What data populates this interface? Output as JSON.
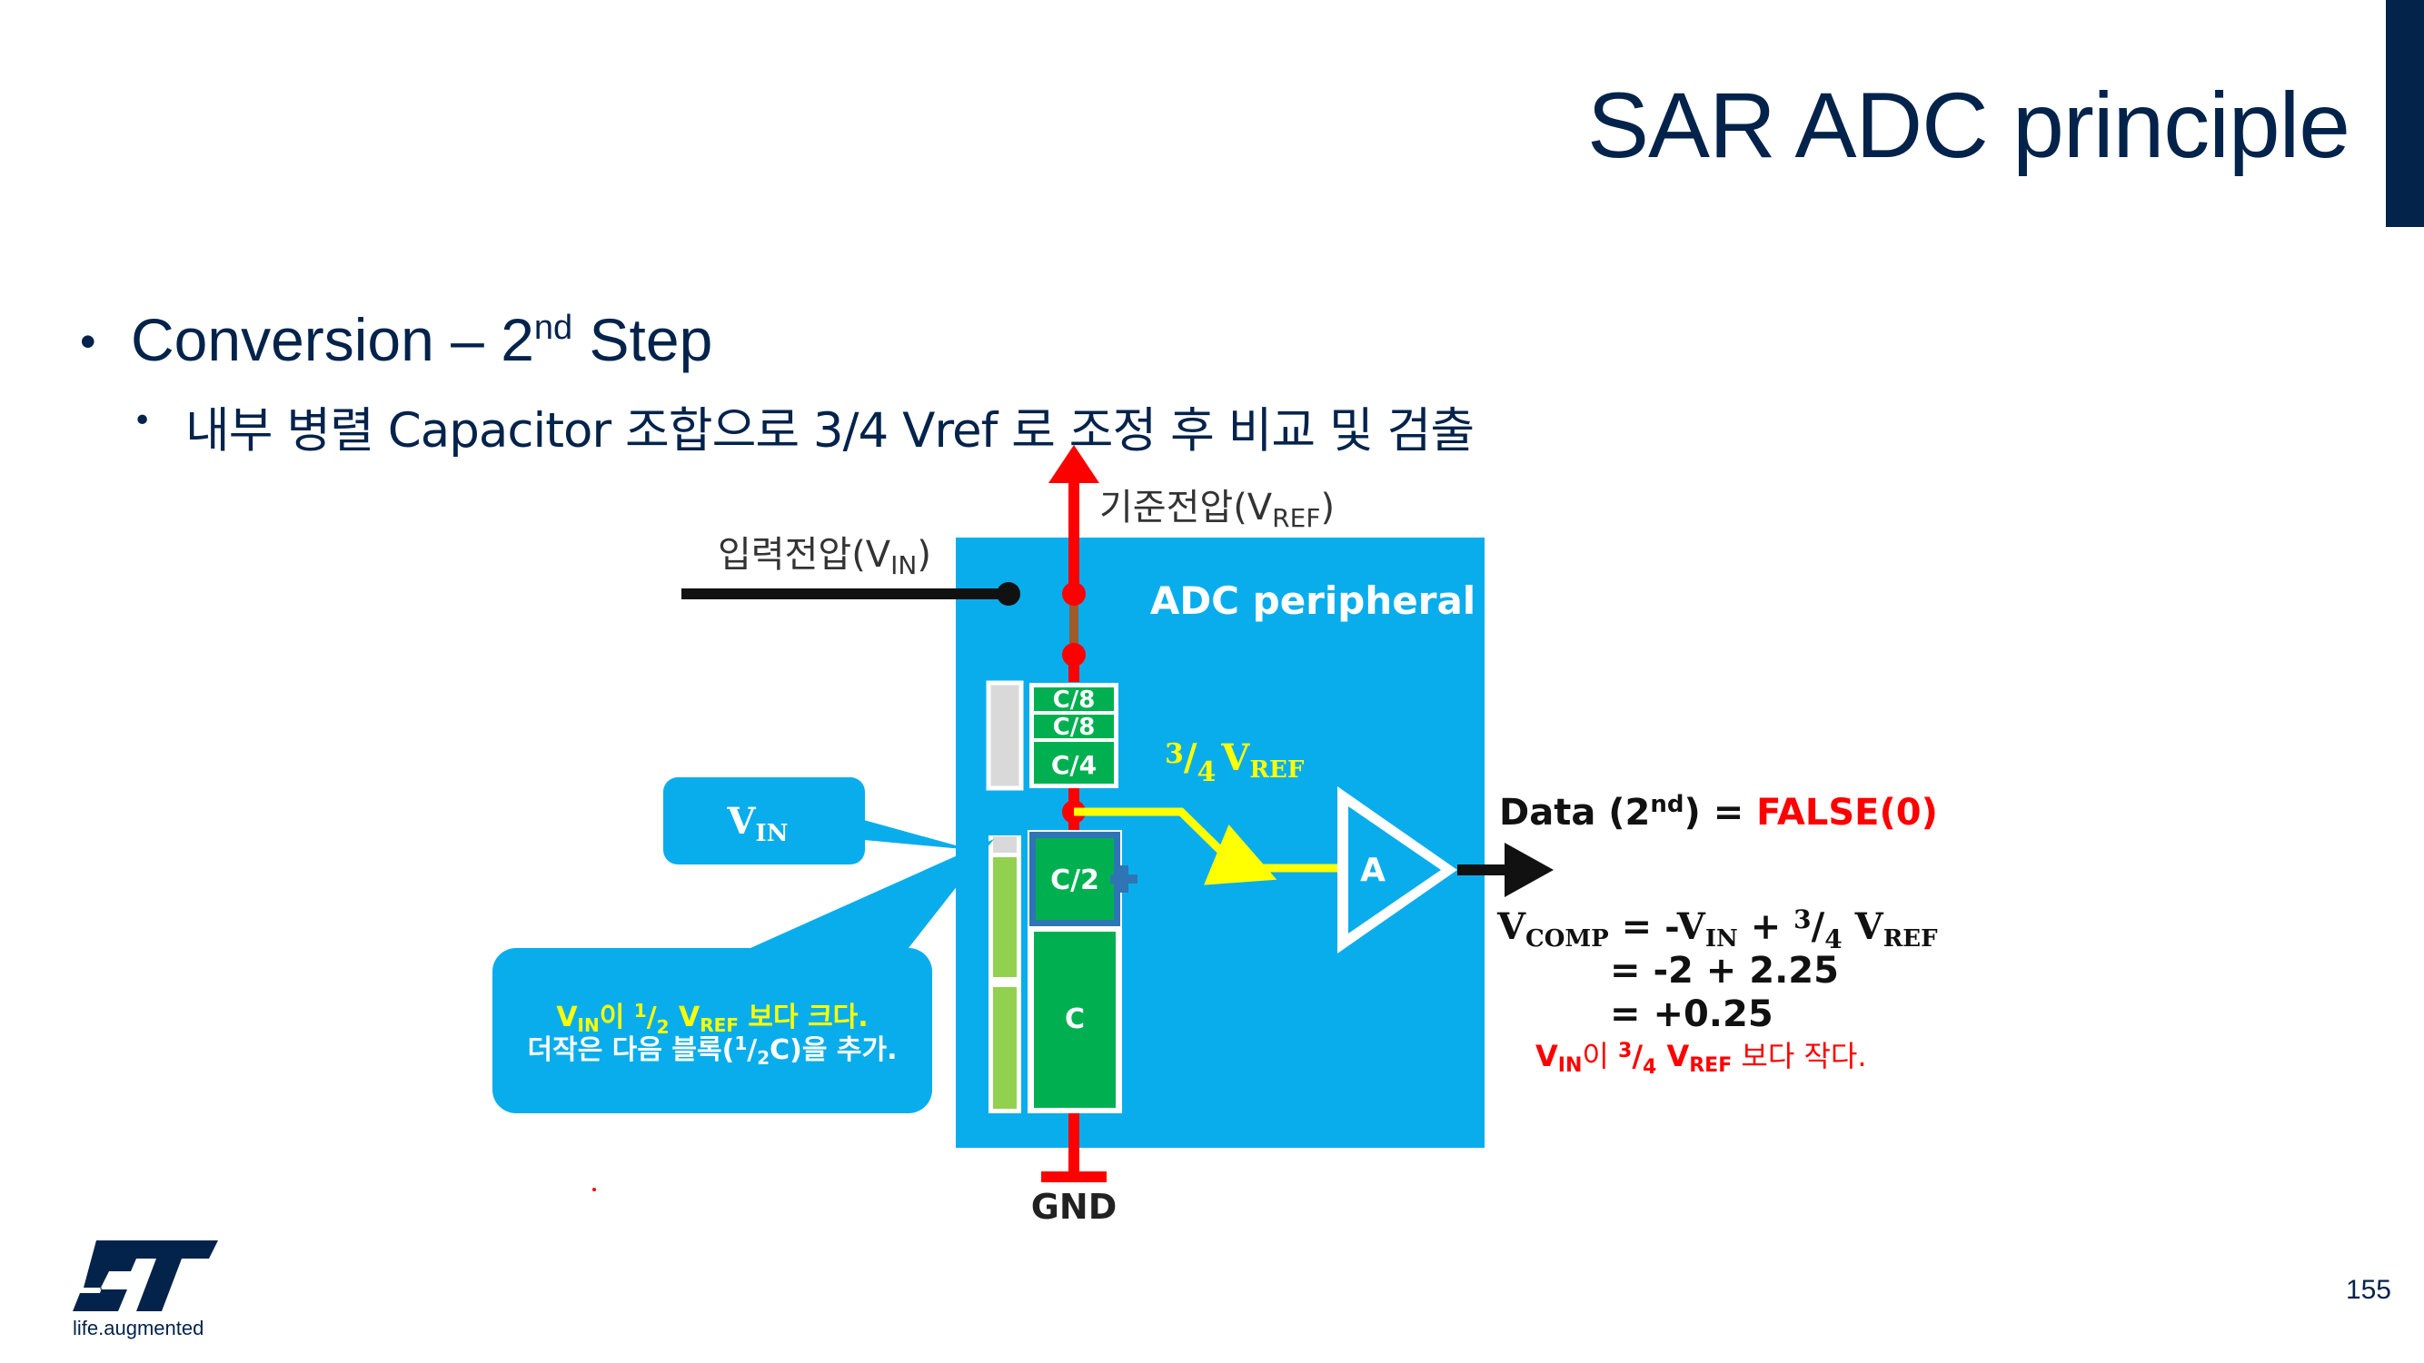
{
  "slide": {
    "title": "SAR ADC principle",
    "bullet1_prefix": "Conversion – 2",
    "bullet1_sup": "nd",
    "bullet1_suffix": " Step",
    "bullet2": "내부 병렬 Capacitor 조합으로 3/4 Vref 로 조정 후 비교 및 검출",
    "page_number": "155"
  },
  "logo": {
    "text": "ST",
    "tagline": "life.augmented"
  },
  "diagram": {
    "colors": {
      "panel": "#0aadec",
      "wire_red": "#ff0000",
      "wire_yellow": "#ffff00",
      "cap_green": "#00b050",
      "cap_light_green": "#92d050",
      "false_red": "#ff0000",
      "callout_yellow": "#ffff00",
      "brown": "#a05a2c"
    },
    "panel_label": "ADC peripheral",
    "vref_label": {
      "main": "기준전압(V",
      "sub": "REF",
      "end": ")"
    },
    "vin_label": {
      "main": "입력전압(V",
      "sub": "IN",
      "end": ")"
    },
    "capacitors": [
      "C/8",
      "C/8",
      "C/4",
      "C/2",
      "C"
    ],
    "three_quarter_vref": {
      "num": "3",
      "den": "4",
      "v": "V",
      "sub": "REF"
    },
    "comparator_label": "A",
    "gnd_label": "GND",
    "vin_bubble": {
      "v": "V",
      "sub": "IN"
    },
    "callout": {
      "line1": {
        "v": "V",
        "sub": "IN",
        "a": "이 ",
        "num": "1",
        "den": "2",
        "vref": " V",
        "sub2": "REF",
        "rest": " 보다 크다."
      },
      "line2": {
        "a": "더작은 다음 블록(",
        "num": "1",
        "den": "2",
        "rest": "C)을 추가."
      }
    },
    "data_result": {
      "prefix": "Data (2",
      "sup": "nd",
      "mid": ") = ",
      "value": "FALSE(0)"
    },
    "vcomp": {
      "v": "V",
      "sub": "COMP",
      "eq1": " = -V",
      "eq1_sub": "IN",
      "eq1_b": " + ",
      "num": "3",
      "den": "4",
      "eq1_c": " V",
      "eq1_sub2": "REF",
      "line2": "= -2 + 2.25",
      "line3": "= +0.25",
      "note": {
        "v": "V",
        "sub": "IN",
        "a": "이 ",
        "num": "3",
        "den": "4",
        "b": " V",
        "sub2": "REF",
        "rest": " 보다 작다."
      }
    }
  }
}
